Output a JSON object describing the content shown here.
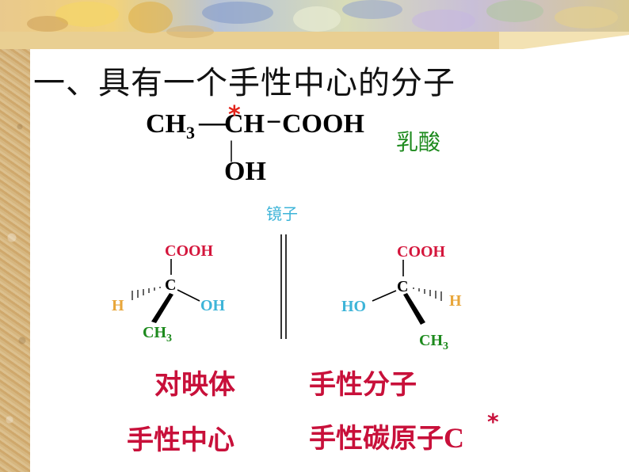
{
  "title": "一、具有一个手性中心的分子",
  "formula": {
    "ch3": "CH",
    "ch3_sub": "3",
    "bond1": "—",
    "ch": "CH",
    "bond2": "−",
    "cooh": "COOH",
    "star": "*",
    "vbond": "|",
    "oh": "OH"
  },
  "lactic_acid_label": "乳酸",
  "mirror_label": "镜子",
  "left_molecule": {
    "top": "COOH",
    "center": "C",
    "left": "H",
    "right": "OH",
    "bottom": "CH",
    "bottom_sub": "3"
  },
  "right_molecule": {
    "top": "COOH",
    "center": "C",
    "left": "HO",
    "right": "H",
    "bottom": "CH",
    "bottom_sub": "3"
  },
  "colors": {
    "cooh": "#d4163c",
    "hydrogen": "#e8a63a",
    "hydroxyl": "#3db4d8",
    "methyl": "#1d8a1d",
    "terms": "#c8103a",
    "star": "#e2231a"
  },
  "terms": {
    "enantiomer": "对映体",
    "chiral_molecule": "手性分子",
    "chiral_center": "手性中心",
    "chiral_carbon": "手性碳原子",
    "chiral_carbon_symbol": "C",
    "chiral_carbon_star": "*"
  }
}
